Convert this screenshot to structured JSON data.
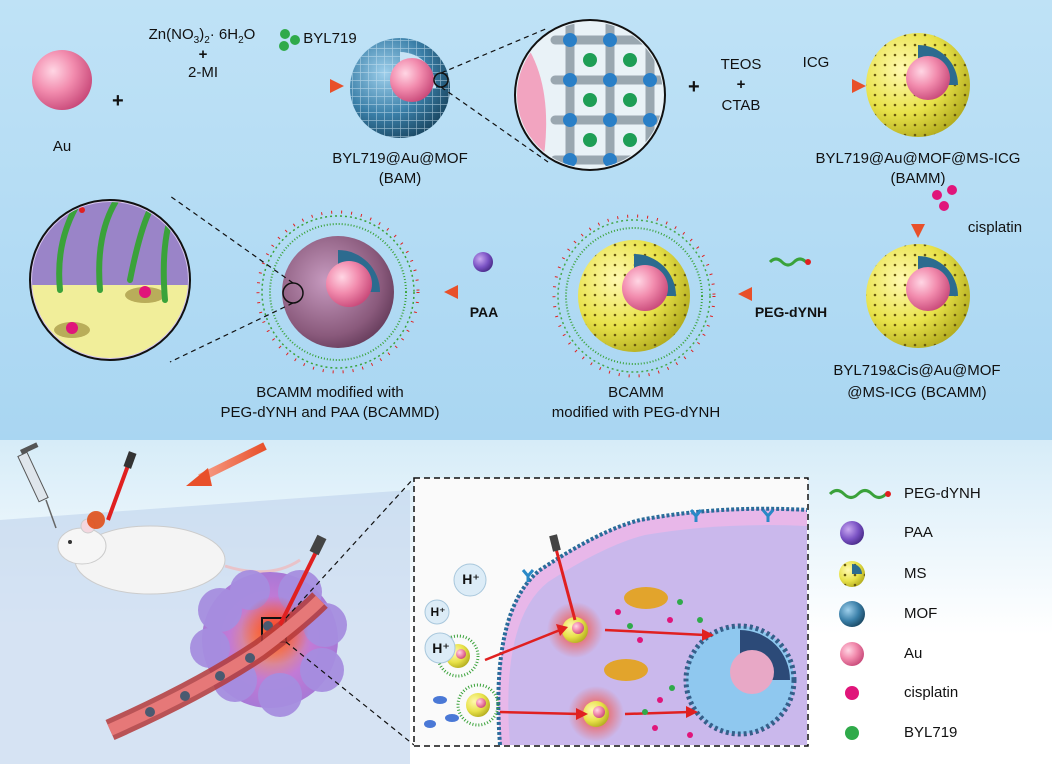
{
  "reagents": {
    "au": "Au",
    "zn_line1": "Zn(NO",
    "zn_sub3": "3",
    "zn_par": ")",
    "zn_sub2": "2",
    "zn_rest": "· 6H",
    "zn_sub2b": "2",
    "zn_o": "O",
    "plus_small": "+",
    "mi": "2-MI",
    "byl719": "BYL719",
    "teos": "TEOS",
    "plus_mid": "+",
    "ctab": "CTAB",
    "icg": "ICG",
    "cisplatin": "cisplatin",
    "peg": "PEG-dYNH",
    "paa": "PAA"
  },
  "products": {
    "bam_line1": "BYL719@Au@MOF",
    "bam_line2": "(BAM)",
    "bamm_line1": "BYL719@Au@MOF@MS-ICG",
    "bamm_line2": "(BAMM)",
    "bcamm_line1": "BYL719&Cis@Au@MOF",
    "bcamm_line2": "@MS-ICG  (BCAMM)",
    "bcamm_peg_line1": "BCAMM",
    "bcamm_peg_line2": "modified with PEG-dYNH",
    "bcammd_line1": "BCAMM modified with",
    "bcammd_line2": "PEG-dYNH and PAA (BCAMMD)"
  },
  "plus_signs": [
    "+",
    "+"
  ],
  "cell": {
    "h_plus": [
      "H⁺",
      "H⁺",
      "H⁺"
    ]
  },
  "legend": [
    {
      "label": "PEG-dYNH",
      "icon": "peg-chain-icon"
    },
    {
      "label": "PAA",
      "icon": "paa-particle-icon"
    },
    {
      "label": "MS",
      "icon": "ms-particle-icon"
    },
    {
      "label": "MOF",
      "icon": "mof-particle-icon"
    },
    {
      "label": "Au",
      "icon": "au-sphere-icon"
    },
    {
      "label": "cisplatin",
      "icon": "cisplatin-dot-icon"
    },
    {
      "label": "BYL719",
      "icon": "byl719-dot-icon"
    }
  ],
  "colors": {
    "au": "#f28cae",
    "mof": "#2c6b8f",
    "ms": "#e8e24a",
    "arrow": "#e8502a",
    "peg": "#3aa23a",
    "cisplatin": "#e0157a",
    "byl719": "#2faa4a",
    "paa": "#7a52c4"
  }
}
